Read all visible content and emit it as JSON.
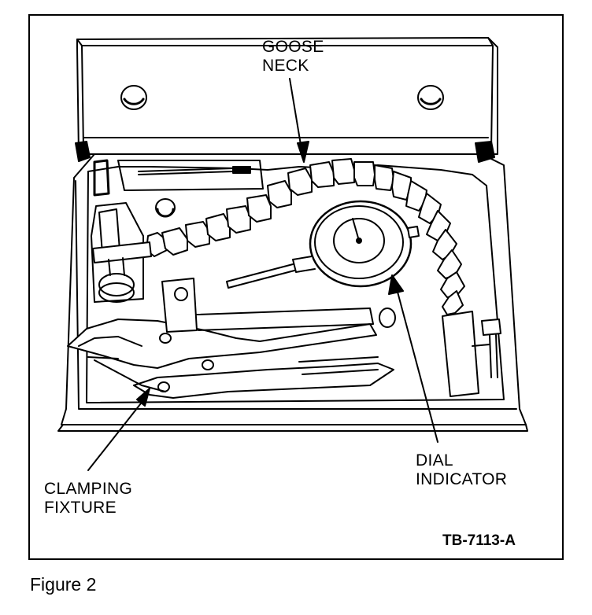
{
  "labels": {
    "goose_neck": [
      "GOOSE",
      "NECK"
    ],
    "dial_indicator": [
      "DIAL",
      "INDICATOR"
    ],
    "clamping_fixture": [
      "CLAMPING",
      "FIXTURE"
    ]
  },
  "reference_tag": "TB-7113-A",
  "caption": "Figure 2",
  "colors": {
    "ink": "#000000",
    "paper": "#ffffff"
  }
}
